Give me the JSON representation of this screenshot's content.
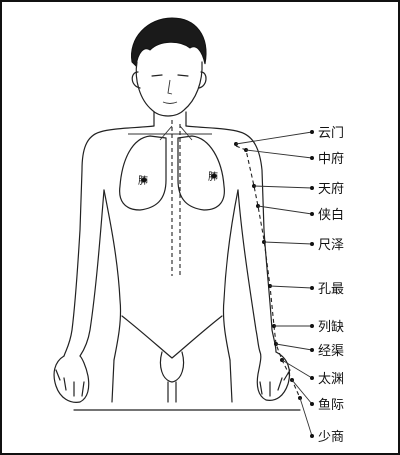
{
  "acupoints": [
    {
      "name": "云门"
    },
    {
      "name": "中府"
    },
    {
      "name": "天府"
    },
    {
      "name": "侠白"
    },
    {
      "name": "尺泽"
    },
    {
      "name": "孔最"
    },
    {
      "name": "列缺"
    },
    {
      "name": "经渠"
    },
    {
      "name": "太渊"
    },
    {
      "name": "鱼际"
    },
    {
      "name": "少商"
    }
  ],
  "lung_markers": {
    "left": "肺",
    "right": "肺"
  },
  "colors": {
    "ink": "#222222",
    "background": "#ffffff"
  }
}
